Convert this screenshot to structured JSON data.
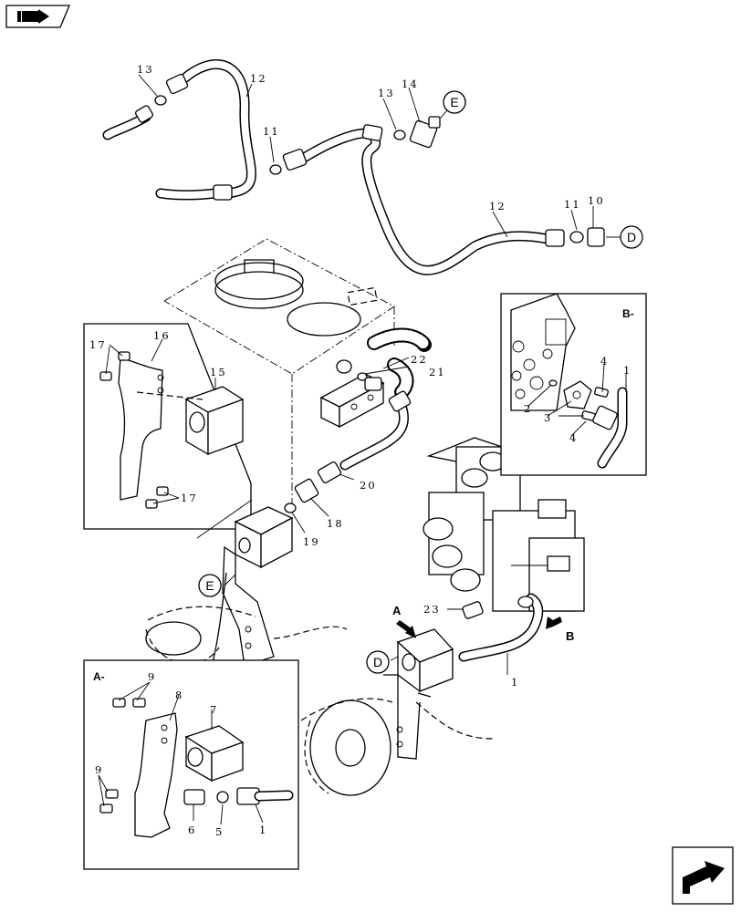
{
  "detail_views": [
    {
      "label": "B-"
    },
    {
      "label": "A-"
    }
  ],
  "callouts": [
    {
      "label": "E"
    },
    {
      "label": "D"
    },
    {
      "label": "E"
    },
    {
      "label": "D"
    }
  ],
  "view_arrows": [
    {
      "label": "A"
    },
    {
      "label": "B"
    }
  ],
  "part_numbers": [
    {
      "text": "13"
    },
    {
      "text": "12"
    },
    {
      "text": "11"
    },
    {
      "text": "13"
    },
    {
      "text": "14"
    },
    {
      "text": "12"
    },
    {
      "text": "11"
    },
    {
      "text": "10"
    },
    {
      "text": "4"
    },
    {
      "text": "1"
    },
    {
      "text": "2"
    },
    {
      "text": "3"
    },
    {
      "text": "4"
    },
    {
      "text": "22"
    },
    {
      "text": "21"
    },
    {
      "text": "20"
    },
    {
      "text": "18"
    },
    {
      "text": "19"
    },
    {
      "text": "17"
    },
    {
      "text": "16"
    },
    {
      "text": "15"
    },
    {
      "text": "17"
    },
    {
      "text": "23"
    },
    {
      "text": "1"
    },
    {
      "text": "9"
    },
    {
      "text": "8"
    },
    {
      "text": "7"
    },
    {
      "text": "9"
    },
    {
      "text": "6"
    },
    {
      "text": "5"
    },
    {
      "text": "1"
    }
  ],
  "icons": {
    "top_left": "catalog-book-icon",
    "bottom_right": "next-page-arrow-icon"
  }
}
